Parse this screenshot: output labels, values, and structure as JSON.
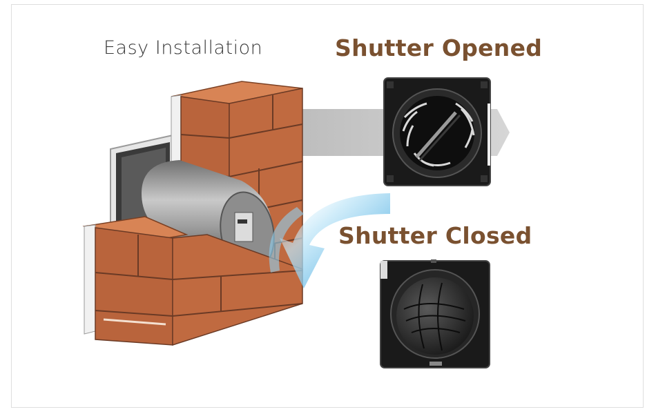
{
  "caption": "Easy Installation",
  "titles": {
    "opened": "Shutter Opened",
    "closed": "Shutter Closed"
  },
  "colors": {
    "title": "#7a5130",
    "brick_front": "#b9643c",
    "brick_top": "#d88455",
    "mortar": "#6a3a25",
    "arrow_gray": "#c8c8c8",
    "airflow_blue": "#3aa8dd",
    "unit_black": "#1a1a1a"
  }
}
